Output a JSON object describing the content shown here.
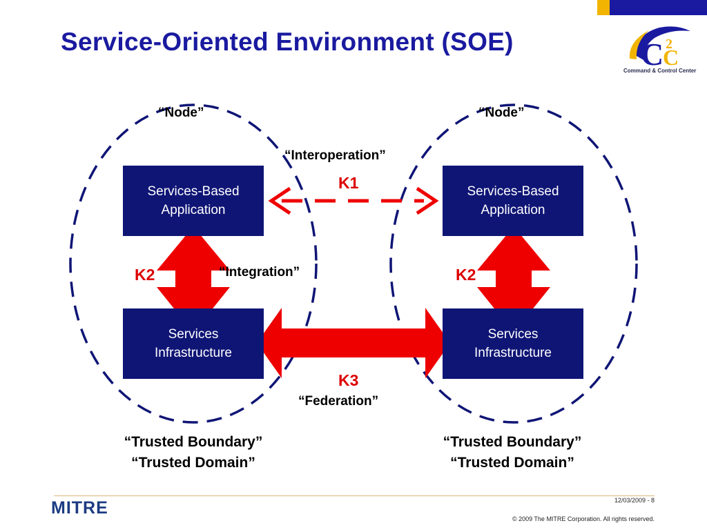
{
  "slide": {
    "title": "Service-Oriented Environment (SOE)",
    "corner_accent_colors": [
      "#f2b400",
      "#1a1aa0"
    ]
  },
  "logo": {
    "letters": "C2C",
    "caption": "Command & Control Center",
    "colors": [
      "#1a1aa0",
      "#f2b400"
    ]
  },
  "diagram": {
    "left_node": {
      "node_label": "“Node”",
      "app_box": [
        "Services-Based",
        "Application"
      ],
      "infra_box": [
        "Services",
        "Infrastructure"
      ],
      "k2_label": "K2",
      "trusted_boundary": "“Trusted Boundary”",
      "trusted_domain": "“Trusted Domain”"
    },
    "right_node": {
      "node_label": "“Node”",
      "app_box": [
        "Services-Based",
        "Application"
      ],
      "infra_box": [
        "Services",
        "Infrastructure"
      ],
      "k2_label": "K2",
      "trusted_boundary": "“Trusted Boundary”",
      "trusted_domain": "“Trusted Domain”"
    },
    "interoperation_label": "“Interoperation”",
    "k1_label": "K1",
    "integration_label": "“Integration”",
    "k3_label": "K3",
    "federation_label": "“Federation”",
    "colors": {
      "box_fill": "#0f1575",
      "arrow_red": "#ee0000",
      "boundary_dash": "#0f1575"
    }
  },
  "footer": {
    "brand": "MITRE",
    "date_page": "12/03/2009 - 8",
    "copyright": "© 2009 The MITRE Corporation. All rights reserved."
  }
}
